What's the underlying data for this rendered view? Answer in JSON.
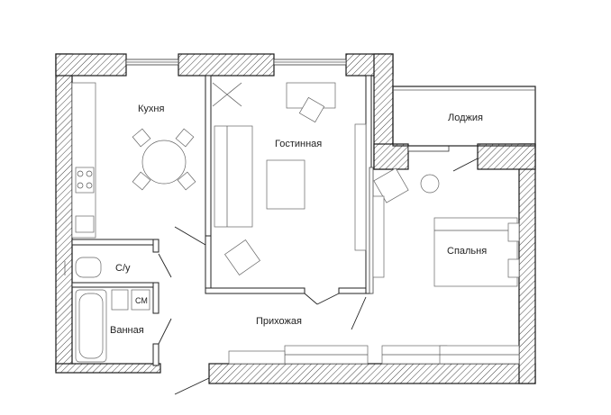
{
  "rooms": {
    "kitchen": "Кухня",
    "living": "Гостинная",
    "loggia": "Лоджия",
    "bedroom": "Спальня",
    "wc": "С/у",
    "bath": "Ванная",
    "hall": "Прихожая",
    "washer": "СМ"
  },
  "colors": {
    "wall_stroke": "#1a1a1a",
    "hatch": "#444444",
    "furniture": "#666666"
  }
}
